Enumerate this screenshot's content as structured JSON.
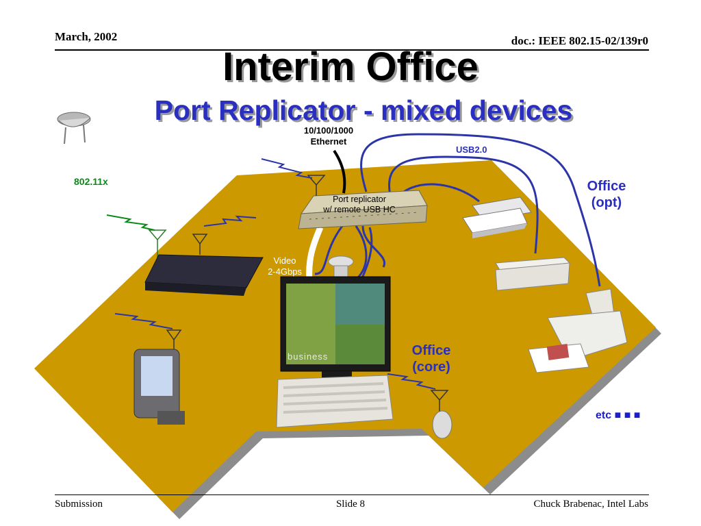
{
  "header": {
    "date": "March, 2002",
    "doc": "doc.: IEEE 802.15-02/139r0"
  },
  "title": "Interim Office",
  "subtitle": "Port Replicator - mixed devices",
  "labels": {
    "ethernet_line1": "10/100/1000",
    "ethernet_line2": "Ethernet",
    "usb": "USB2.0",
    "wireless": "802.11x",
    "office_opt_line1": "Office",
    "office_opt_line2": "(opt)",
    "office_core_line1": "Office",
    "office_core_line2": "(core)",
    "video_line1": "Video",
    "video_line2": "2-4Gbps",
    "replicator_line1": "Port replicator",
    "replicator_line2": "w/ remote USB HC",
    "etc": "etc",
    "etc_bullets": "■ ■ ■",
    "monitor_screen_text": "business"
  },
  "footer": {
    "left": "Submission",
    "center": "Slide 8",
    "right": "Chuck Brabenac, Intel Labs"
  },
  "colors": {
    "floor": "#cc9900",
    "floor_shadow": "#8c8c8c",
    "accent_blue": "#2a2fc0",
    "cable_blue": "#2b35a8",
    "green": "#0a8a18"
  },
  "icons": [
    "access-point-icon",
    "antenna-icon",
    "port-replicator-icon",
    "scanner-icon",
    "cd-drive-icon",
    "printer-icon",
    "monitor-icon",
    "keyboard-icon",
    "mouse-icon",
    "laptop-icon",
    "pda-icon",
    "camera-icon",
    "wireless-link-icon"
  ]
}
